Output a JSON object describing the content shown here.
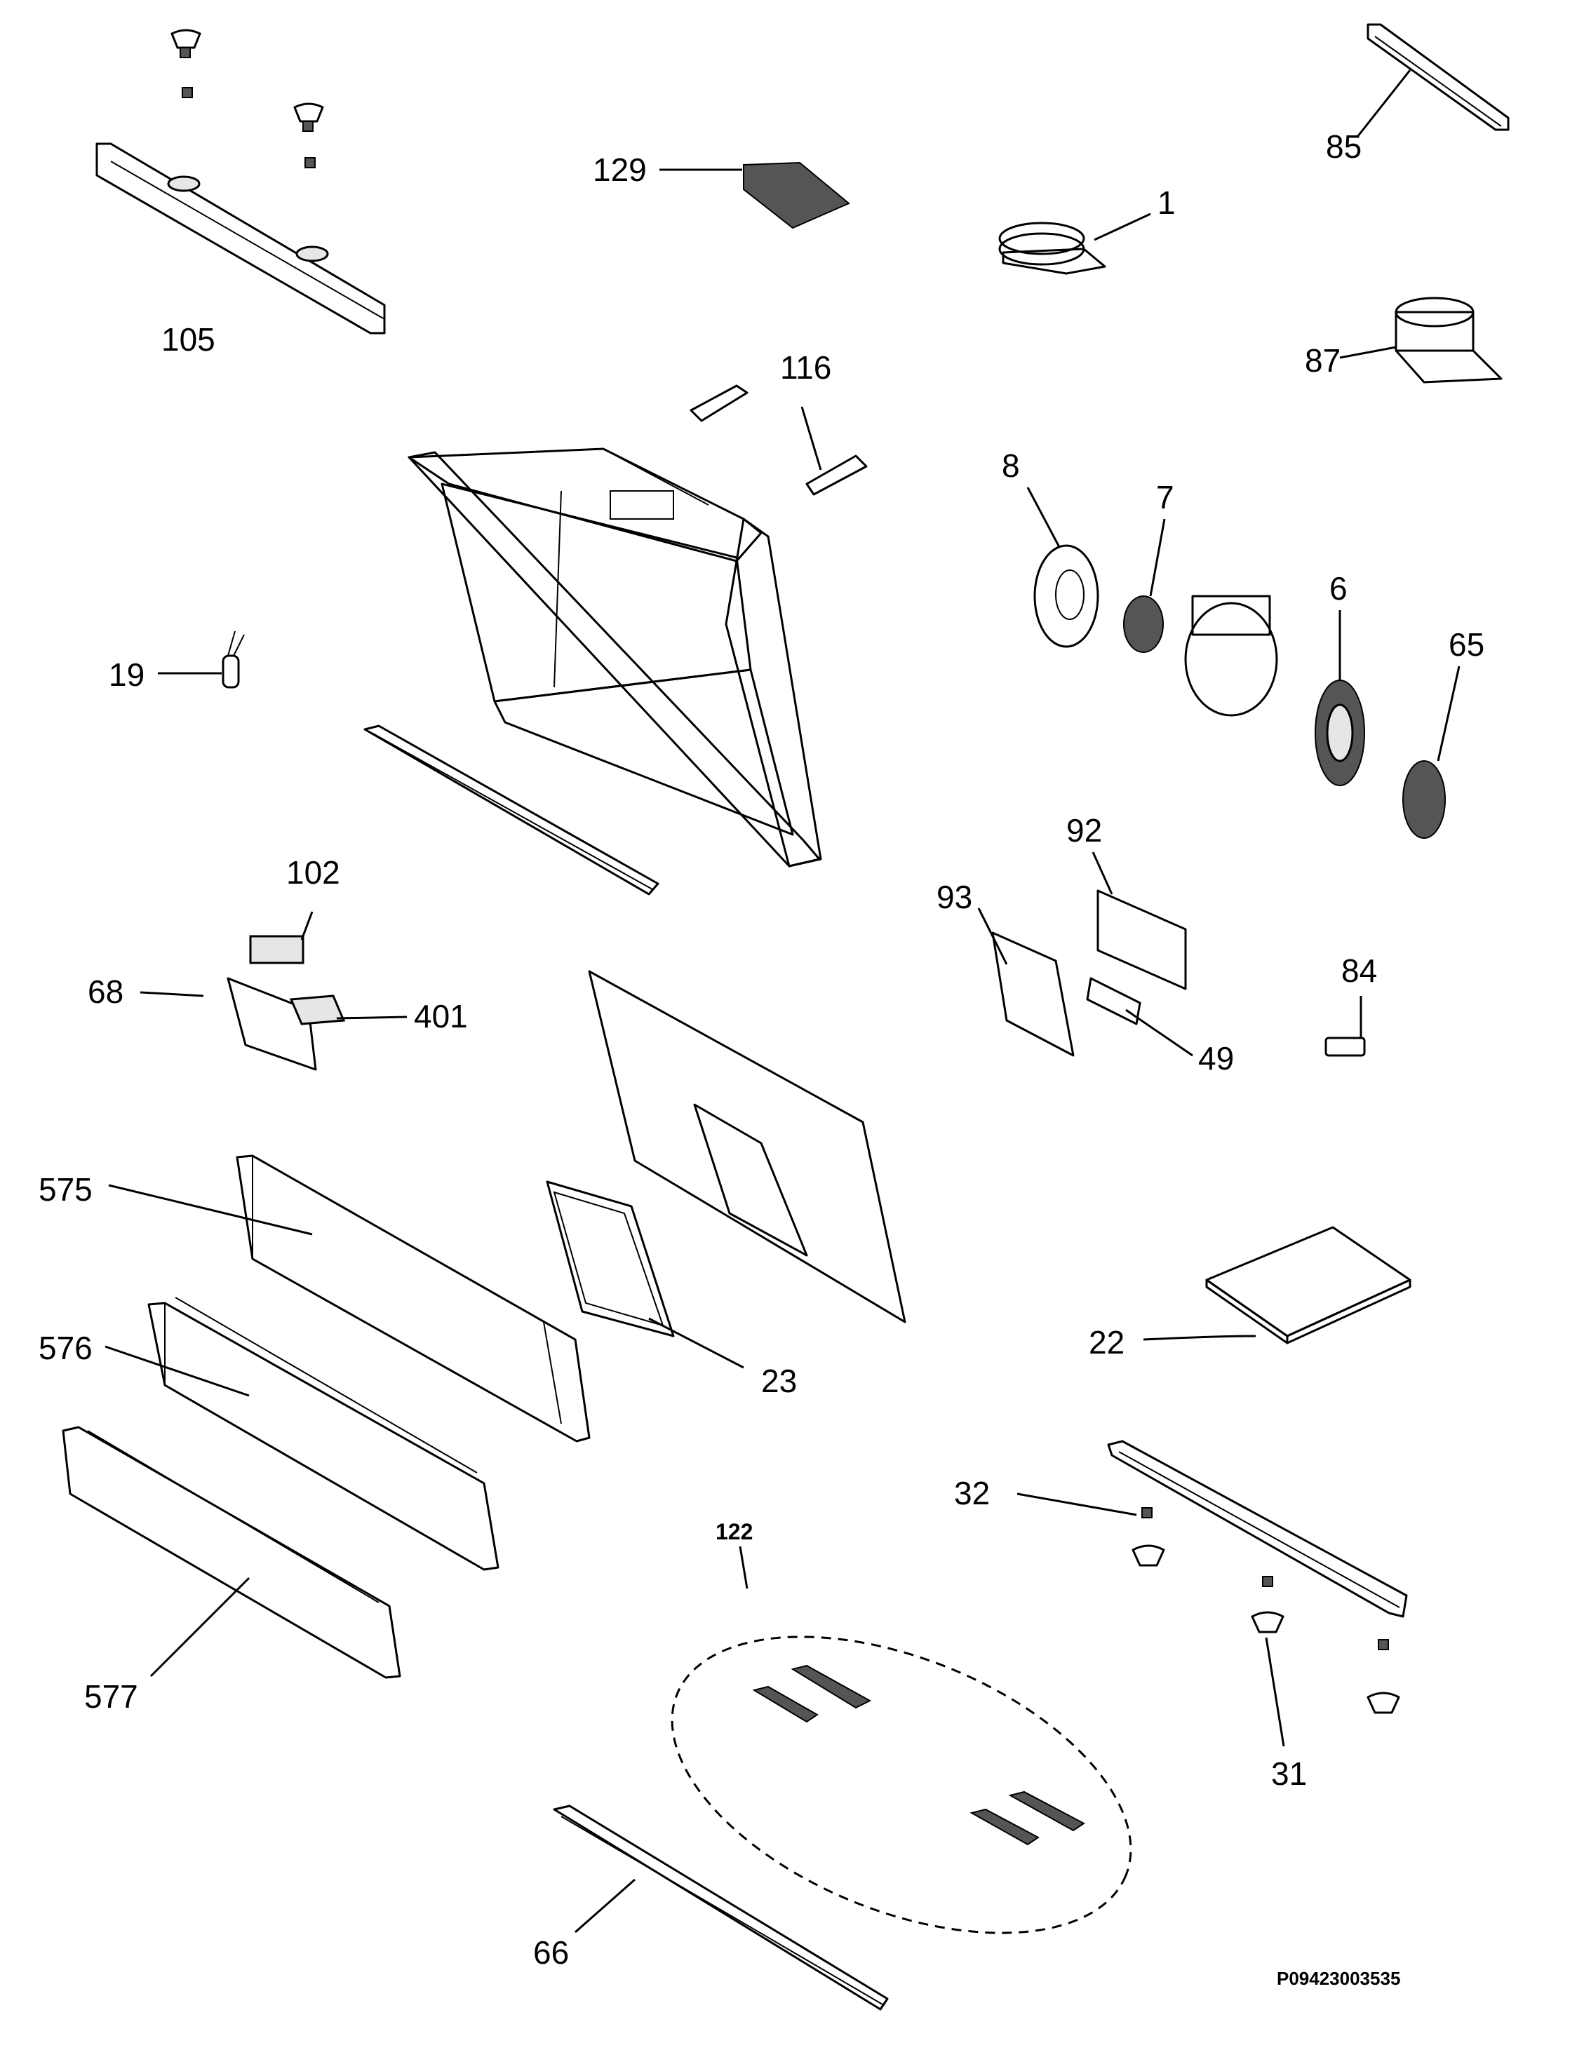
{
  "diagram": {
    "labels": {
      "p1": "1",
      "p6": "6",
      "p7": "7",
      "p8": "8",
      "p19": "19",
      "p22": "22",
      "p23": "23",
      "p31": "31",
      "p32": "32",
      "p49": "49",
      "p65": "65",
      "p66": "66",
      "p68": "68",
      "p84": "84",
      "p85": "85",
      "p87": "87",
      "p92": "92",
      "p93": "93",
      "p102": "102",
      "p105": "105",
      "p116": "116",
      "p122": "122",
      "p129": "129",
      "p401": "401",
      "p575": "575",
      "p576": "576",
      "p577": "577"
    },
    "drawing_code": "P09423003535"
  }
}
